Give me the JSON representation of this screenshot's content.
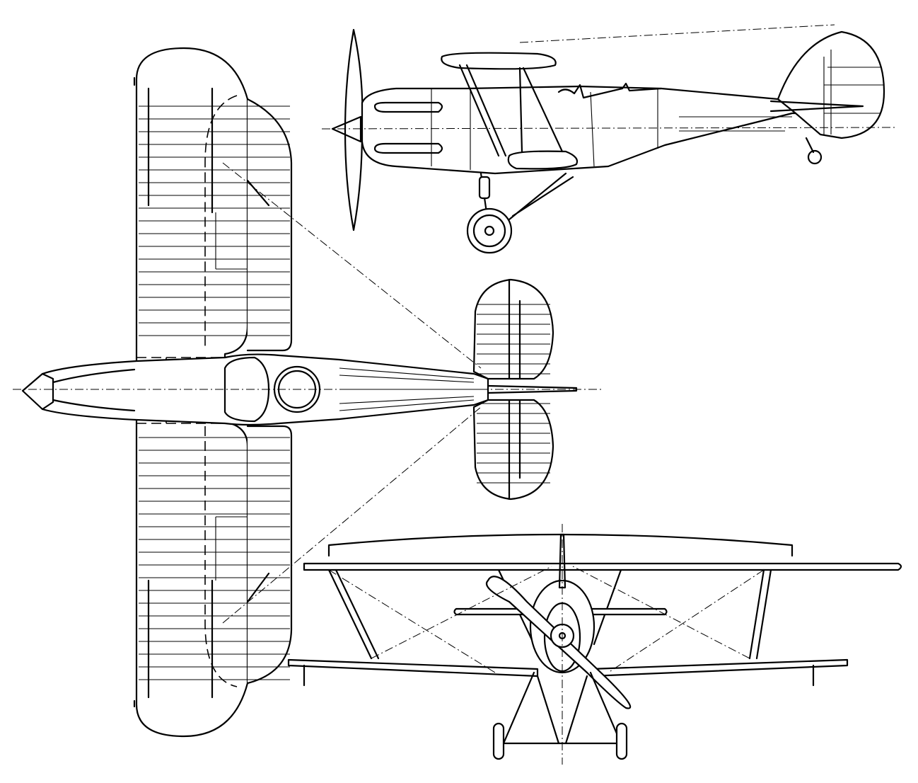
{
  "drawing": {
    "subject": "",
    "views": [
      "plan-view",
      "side-view",
      "front-view"
    ],
    "line_color": "#000000",
    "background_color": "#ffffff",
    "text_labels": []
  }
}
